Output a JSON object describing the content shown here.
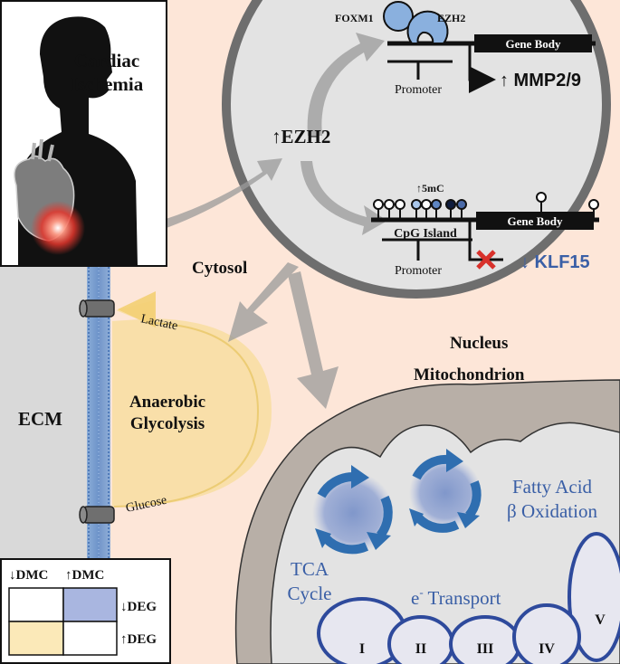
{
  "panel": {
    "title_line1": "Cardiac",
    "title_line2": "Ischemia"
  },
  "labels": {
    "cytosol": "Cytosol",
    "nucleus": "Nucleus",
    "mitochondrion": "Mitochondrion",
    "ecm": "ECM",
    "lactate": "Lactate",
    "glucose": "Glucose",
    "glycolysis_line1": "Anaerobic",
    "glycolysis_line2": "Glycolysis"
  },
  "nucleus": {
    "ezh2_up": "↑EZH2",
    "foxm1": "FOXM1",
    "ezh2": "EZH2",
    "gene_body_top": "Gene Body",
    "gene_body_bottom": "Gene Body",
    "promoter_top": "Promoter",
    "promoter_bottom": "Promoter",
    "mmp": "↑ MMP2/9",
    "five_mc": "↑5mC",
    "cpg_island": "CpG Island",
    "klf15": "↓ KLF15"
  },
  "mito": {
    "fatty_line1": "Fatty Acid",
    "fatty_line2": "β Oxidation",
    "tca_line1": "TCA",
    "tca_line2": "Cycle",
    "e_transport_prefix": "e",
    "e_transport_sup": "-",
    "e_transport_suffix": " Transport",
    "complexes": [
      "I",
      "II",
      "III",
      "IV",
      "V"
    ]
  },
  "legend": {
    "dmc_down": "↓DMC",
    "dmc_up": "↑DMC",
    "deg_down": "↓DEG",
    "deg_up": "↑DEG"
  },
  "colors": {
    "cytosol_bg": "#fde6d8",
    "ecm_bg": "#d9d9d9",
    "nucleus_fill": "#e3e3e3",
    "mito_outer": "#b8afa7",
    "blue_accent": "#3a5fa6",
    "blue_cycle": "#2f6eb0",
    "glycolysis_yellow": "#f7dc9a",
    "legend_blue": "#a9b6e0",
    "legend_yellow": "#fbe9b8",
    "heart_red": "#e4362c"
  }
}
